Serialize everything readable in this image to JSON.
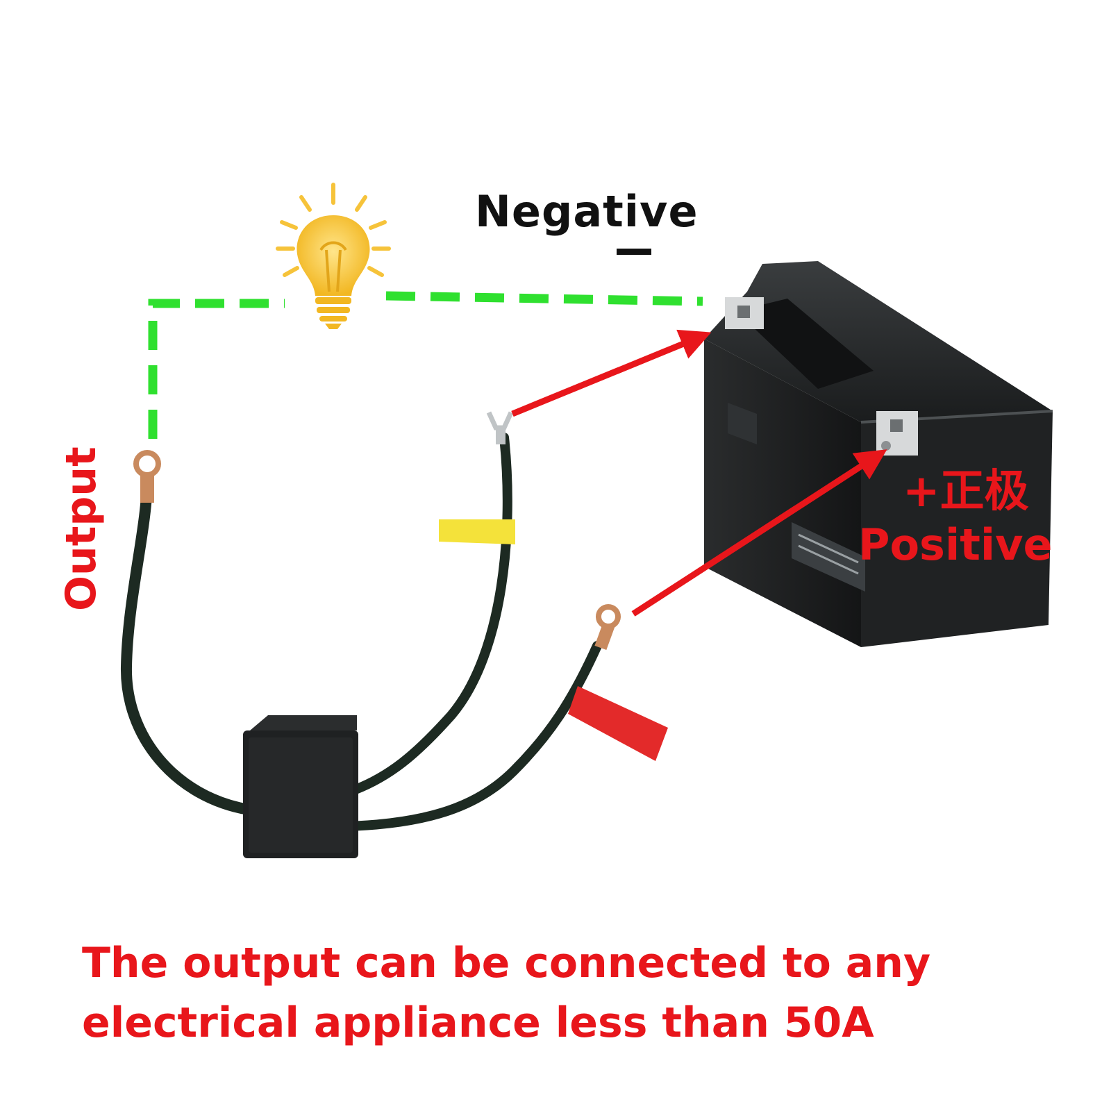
{
  "labels": {
    "negative": "Negative",
    "negative_sign": "—",
    "output": "Output",
    "positive_cn": "+正极",
    "positive_en": "Positive"
  },
  "caption": {
    "line1": "The output can be connected to any",
    "line2": "electrical appliance less than 50A"
  },
  "colors": {
    "arrow": "#e8161b",
    "dashed_wire": "#2fe02f",
    "text_red": "#e8161b",
    "text_black": "#111111",
    "cable": "#1d2a22",
    "bulb": "#f6c33a"
  },
  "icons": {
    "bulb": "light-bulb-icon"
  }
}
